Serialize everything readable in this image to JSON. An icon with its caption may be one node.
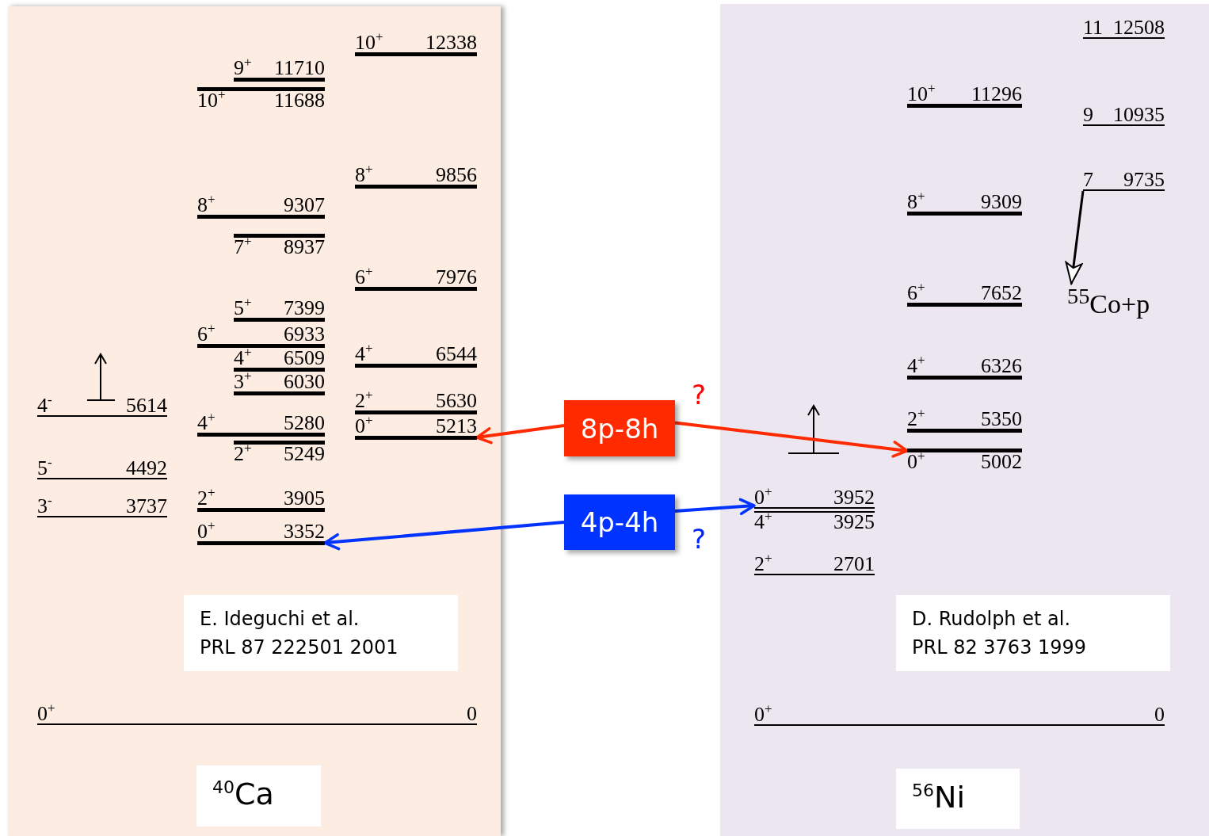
{
  "diagram": {
    "nodes": [
      {
        "text": [],
        "shape": "box"
      },
      {
        "text": [
          "10$^{+}$",
          "12338"
        ],
        "in": 0
      },
      {
        "text": [
          "9$^{+}$",
          "11710"
        ],
        "in": 0
      },
      {
        "text": [
          "10$^{+}$",
          "11688"
        ],
        "in": 0
      },
      {
        "text": [
          "8$^{+}$",
          "9856"
        ],
        "in": 0
      },
      {
        "text": [
          "8$^{+}$",
          "9307"
        ],
        "in": 0
      },
      {
        "text": [
          "7$^{+}$",
          "8937"
        ],
        "in": 0
      },
      {
        "text": [
          "6$^{+}$",
          "7976"
        ],
        "in": 0
      },
      {
        "text": [
          "5$^{+}$",
          "7399"
        ],
        "in": 0
      },
      {
        "text": [
          "6$^{+}$",
          "6933"
        ],
        "in": 0
      },
      {
        "text": [
          "4$^{+}$",
          "6509"
        ],
        "in": 0
      },
      {
        "text": [
          "4$^{+}$",
          "6544"
        ],
        "in": 0
      },
      {
        "text": [
          "3$^{+}$",
          "6030"
        ],
        "in": 0
      },
      {
        "text": [
          "4$^{-}$",
          "5614"
        ],
        "in": 0
      },
      {
        "text": [
          "2$^{+}$",
          "5630"
        ],
        "in": 0
      },
      {
        "text": [
          "0$^{+}$",
          "5213"
        ],
        "in": 0
      },
      {
        "text": [
          "4$^{+}$",
          "5280"
        ],
        "in": 0
      },
      {
        "text": [
          "2$^{+}$",
          "5249"
        ],
        "in": 0
      },
      {
        "text": [
          "5$^{-}$",
          "4492"
        ],
        "in": 0
      },
      {
        "text": [
          "3$^{-}$",
          "3737"
        ],
        "in": 0
      },
      {
        "text": [
          "2$^{+}$",
          "3905"
        ],
        "in": 0
      },
      {
        "text": [
          "0$^{+}$",
          "3352"
        ],
        "in": 0
      },
      {
        "text": [
          "E. Ideguchi et al.",
          "PRL 87 222501 2001"
        ],
        "in": 0
      },
      {
        "text": [
          "0$^{+}$",
          "0"
        ],
        "in": 0
      },
      {
        "text": [
          "$^{40}$Ca"
        ],
        "in": 0
      },
      {
        "text": [],
        "shape": "box"
      },
      {
        "text": [
          "11",
          "12508"
        ],
        "in": 25
      },
      {
        "text": [
          "10$^{+}$",
          "11296"
        ],
        "in": 25
      },
      {
        "text": [
          "9",
          "10935"
        ],
        "in": 25
      },
      {
        "text": [
          "7",
          "9735"
        ],
        "in": 25
      },
      {
        "text": [
          "8$^{+}$",
          "9309"
        ],
        "in": 25
      },
      {
        "text": [
          "6$^{+}$",
          "7652"
        ],
        "in": 25
      },
      {
        "text": [
          "4$^{+}$",
          "6326"
        ],
        "in": 25
      },
      {
        "text": [
          "2$^{+}$",
          "5350"
        ],
        "in": 25
      },
      {
        "text": [
          "0$^{+}$",
          "5002"
        ],
        "in": 25
      },
      {
        "text": [
          "0$^{+}$",
          "3952"
        ],
        "in": 25
      },
      {
        "text": [
          "4$^{+}$",
          "3925"
        ],
        "in": 25
      },
      {
        "text": [
          "2$^{+}$",
          "2701"
        ],
        "in": 25
      },
      {
        "text": [
          "D. Rudolph et al.",
          "PRL 82 3763 1999"
        ],
        "in": 25
      },
      {
        "text": [
          "0$^{+}$",
          "0"
        ],
        "in": 25
      },
      {
        "text": [
          "$^{56}$Ni"
        ],
        "in": 25
      },
      {
        "text": [
          "8p-8h"
        ]
      },
      {
        "text": [
          "4p-4h"
        ]
      },
      {
        "text": [
          "$^{55}$Co+p"
        ],
        "in": 25
      }
    ],
    "edges": [
      {
        "from": 41,
        "to": 15,
        "arrow": "to",
        "color": "#ff2a00"
      },
      {
        "from": 41,
        "to": 34,
        "arrow": "to",
        "color": "#ff2a00"
      },
      {
        "from": 42,
        "to": 35,
        "arrow": "to",
        "color": "#0033ff"
      },
      {
        "from": 42,
        "to": 21,
        "arrow": "to",
        "color": "#0033ff"
      },
      {
        "from": 29,
        "to": 43,
        "arrow": "to",
        "color": "#000000"
      }
    ],
    "labels": [
      "?",
      "?"
    ]
  }
}
